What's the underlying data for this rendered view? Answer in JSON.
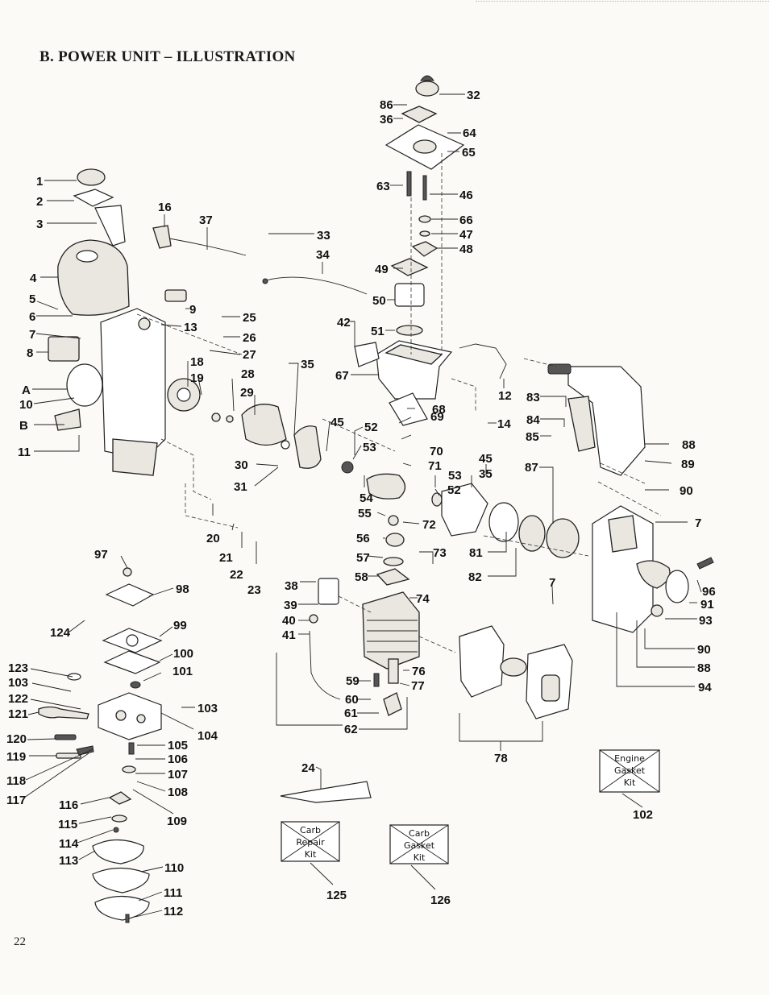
{
  "title": "B. POWER UNIT – ILLUSTRATION",
  "page_number": "22",
  "kits": [
    {
      "id": "engine-gasket",
      "lines": [
        "Engine",
        "Gasket",
        "Kit"
      ],
      "number": "102"
    },
    {
      "id": "carb-repair",
      "lines": [
        "Carb",
        "Repair",
        "Kit"
      ],
      "number": "125"
    },
    {
      "id": "carb-gasket",
      "lines": [
        "Carb",
        "Gasket",
        "Kit"
      ],
      "number": "126"
    }
  ],
  "callouts": {
    "c32": "32",
    "c86": "86",
    "c36": "36",
    "c64": "64",
    "c65": "65",
    "c1": "1",
    "c2": "2",
    "c3": "3",
    "c63": "63",
    "c46": "46",
    "c16": "16",
    "c37": "37",
    "c66": "66",
    "c47": "47",
    "c48": "48",
    "c33": "33",
    "c34": "34",
    "c4": "4",
    "c49": "49",
    "c50": "50",
    "c5": "5",
    "c9": "9",
    "c6": "6",
    "c7a": "7",
    "c13": "13",
    "c25": "25",
    "c26": "26",
    "c27": "27",
    "c42": "42",
    "c51": "51",
    "c8": "8",
    "c18": "18",
    "c35a": "35",
    "c19": "19",
    "c28": "28",
    "c67": "67",
    "c12": "12",
    "cA": "A",
    "c29": "29",
    "c10": "10",
    "c83": "83",
    "c68": "68",
    "cB": "B",
    "c45a": "45",
    "c52a": "52",
    "c84": "84",
    "c14": "14",
    "c85": "85",
    "c53a": "53",
    "c69": "69",
    "c11": "11",
    "c70": "70",
    "c88a": "88",
    "c30": "30",
    "c71": "71",
    "c89": "89",
    "c53b": "53",
    "c45b": "45",
    "c35b": "35",
    "c87": "87",
    "c31": "31",
    "c52b": "52",
    "c90a": "90",
    "c54": "54",
    "c55": "55",
    "c72": "72",
    "c7b": "7",
    "c20": "20",
    "c21": "21",
    "c97": "97",
    "c56": "56",
    "c22": "22",
    "c73": "73",
    "c81": "81",
    "c57": "57",
    "c23": "23",
    "c58": "58",
    "c82": "82",
    "c98": "98",
    "c38": "38",
    "c7c": "7",
    "c96": "96",
    "c74": "74",
    "c39": "39",
    "c91": "91",
    "c124": "124",
    "c40": "40",
    "c93": "93",
    "c99": "99",
    "c41": "41",
    "c100": "100",
    "c90b": "90",
    "c123": "123",
    "c101": "101",
    "c88b": "88",
    "c76": "76",
    "c59": "59",
    "c103a": "103",
    "c77": "77",
    "c94": "94",
    "c122": "122",
    "c60": "60",
    "c103b": "103",
    "c121": "121",
    "c61": "61",
    "c104": "104",
    "c62": "62",
    "c120": "120",
    "c105": "105",
    "c119": "119",
    "c106": "106",
    "c78": "78",
    "c107": "107",
    "c24": "24",
    "c118": "118",
    "c108": "108",
    "c117": "117",
    "c116": "116",
    "c109": "109",
    "c115": "115",
    "c114": "114",
    "c113": "113",
    "c110": "110",
    "c111": "111",
    "c112": "112"
  }
}
